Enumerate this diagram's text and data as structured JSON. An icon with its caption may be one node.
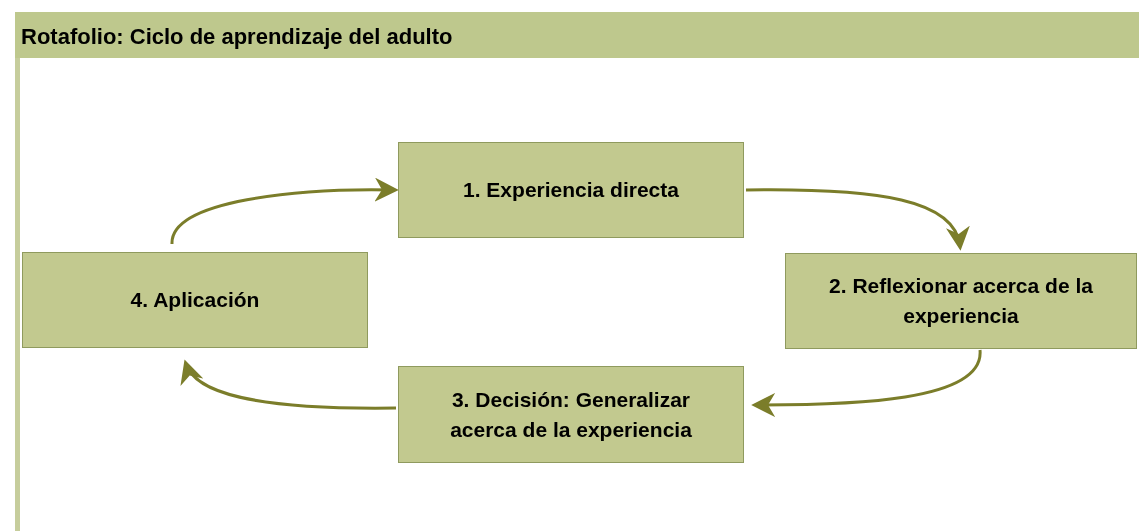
{
  "diagram": {
    "title": "Rotafolio: Ciclo de aprendizaje del adulto",
    "nodes": [
      {
        "text": [
          "1. Experiencia directa"
        ]
      },
      {
        "text": [
          "2. Reflexionar acerca de la experiencia"
        ]
      },
      {
        "text": [
          "3. Decisión: Generalizar acerca de la experiencia"
        ]
      },
      {
        "text": [
          "4. Aplicación"
        ]
      }
    ],
    "edges": [
      {
        "from": 0,
        "to": 1,
        "arrow": "to"
      },
      {
        "from": 1,
        "to": 2,
        "arrow": "to"
      },
      {
        "from": 2,
        "to": 3,
        "arrow": "to"
      },
      {
        "from": 3,
        "to": 0,
        "arrow": "to"
      }
    ]
  }
}
